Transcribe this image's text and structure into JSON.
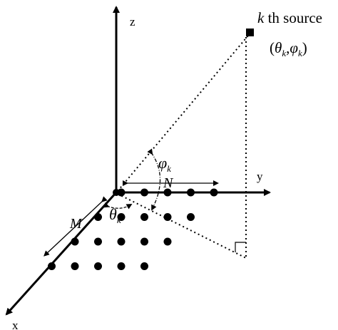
{
  "axes": {
    "z": "z",
    "y": "y",
    "x": "x"
  },
  "source": {
    "k": "k",
    "label": " th source",
    "open": "(",
    "theta": "θ",
    "comma": ",",
    "phi": "φ",
    "sub": "k",
    "close": ")"
  },
  "dims": {
    "M": "M",
    "N": "N"
  },
  "angles": {
    "theta": "θ",
    "phi": "φ",
    "sub": "k"
  },
  "array": {
    "rows": 4,
    "cols": 5
  }
}
